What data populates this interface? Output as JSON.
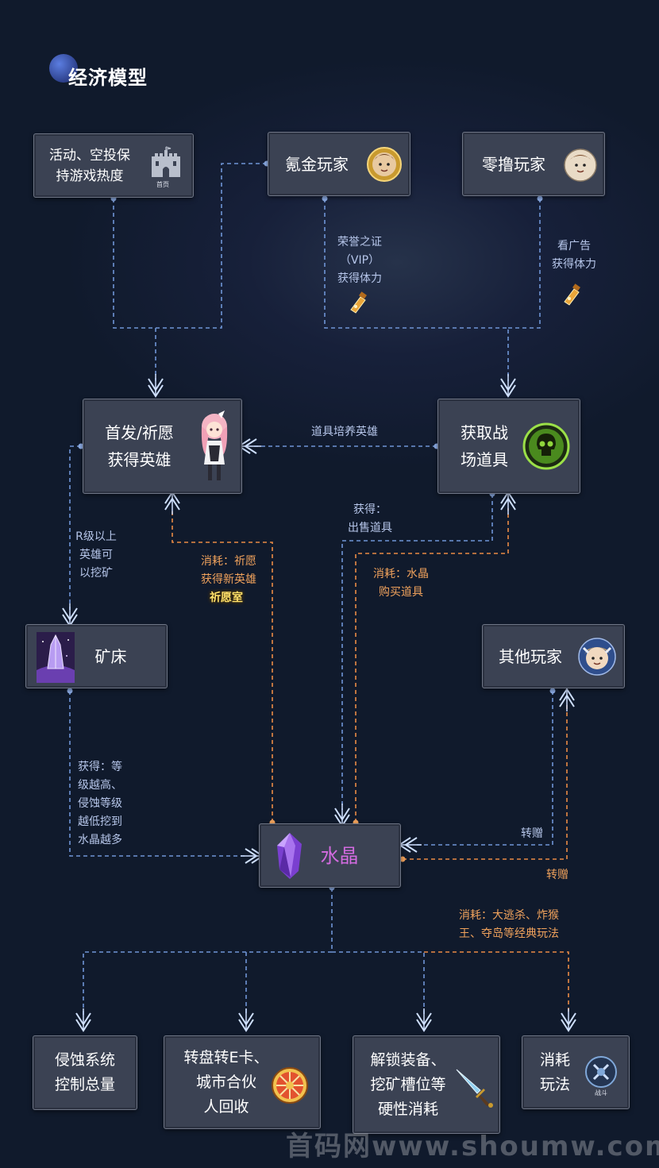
{
  "title": "经济模型",
  "nodes": {
    "activity": "活动、空投保\n持游戏热度",
    "activity_icon_caption": "首页",
    "krypton": "氪金玩家",
    "free": "零撸玩家",
    "hero": "首发/祈愿\n获得英雄",
    "props": "获取战\n场道具",
    "mine": "矿床",
    "others": "其他玩家",
    "crystal": "水晶",
    "erosion": "侵蚀系统\n控制总量",
    "wheel": "转盘转E卡、\n城市合伙\n人回收",
    "unlock": "解锁装备、\n挖矿槽位等\n硬性消耗",
    "consume": "消耗\n玩法",
    "consume_icon_caption": "战斗"
  },
  "notes": {
    "vip": "荣誉之证\n（VIP）\n获得体力",
    "ads": "看广告\n获得体力",
    "train": "道具培养英雄",
    "sell": "获得：\n出售道具",
    "buy": "消耗：水晶\n购买道具",
    "r_level": "R级以上\n英雄可\n以挖矿",
    "wish": "消耗：祈愿\n获得新英雄",
    "wish_room": "祈愿室",
    "mining": "获得：等\n级越高、\n侵蚀等级\n越低挖到\n水晶越多",
    "gift_in": "转赠",
    "gift_out": "转赠",
    "games": "消耗：大逃杀、炸猴\n王、夺岛等经典玩法"
  },
  "watermark": "首码网www.shoumw.com",
  "colors": {
    "blue_line": "#6f95d6",
    "orange_line": "#e98a45",
    "crystal_text": "#d36be0"
  }
}
